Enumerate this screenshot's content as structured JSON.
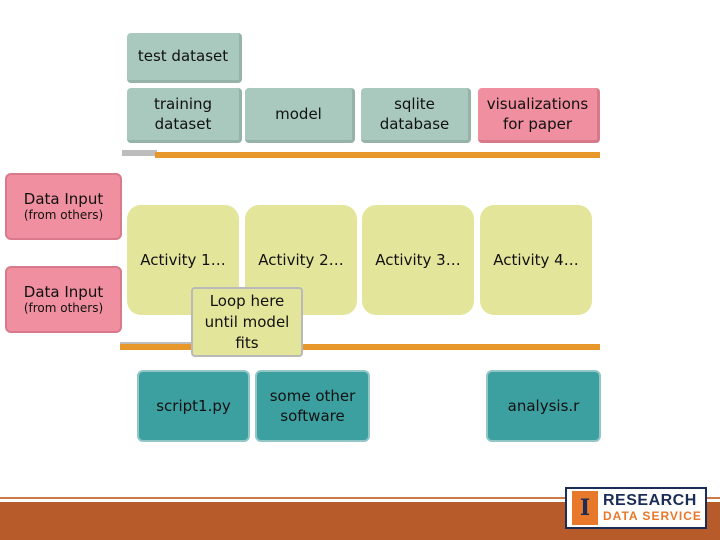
{
  "test_dataset": "test dataset",
  "outputs": [
    "training\ndataset",
    "model",
    "sqlite\ndatabase",
    "visualizations\nfor paper"
  ],
  "inputs": [
    {
      "main": "Data Input",
      "sub": "(from others)"
    },
    {
      "main": "Data Input",
      "sub": "(from others)"
    }
  ],
  "activities": [
    "Activity 1…",
    "Activity 2…",
    "Activity 3…",
    "Activity 4…"
  ],
  "loop": "Loop here\nuntil model\nfits",
  "scripts": [
    "script1.py",
    "some other\nsoftware",
    "analysis.r"
  ],
  "logo": {
    "line1": "RESEARCH",
    "line2": "DATA SERVICE",
    "mark": "I"
  },
  "colors": {
    "output_box": "#a9c9bf",
    "highlight_box": "#ef8f9f",
    "activity_box": "#e3e59a",
    "script_box": "#3c9fa0",
    "divider": "#e8982a",
    "footer": "#b75b2a"
  }
}
